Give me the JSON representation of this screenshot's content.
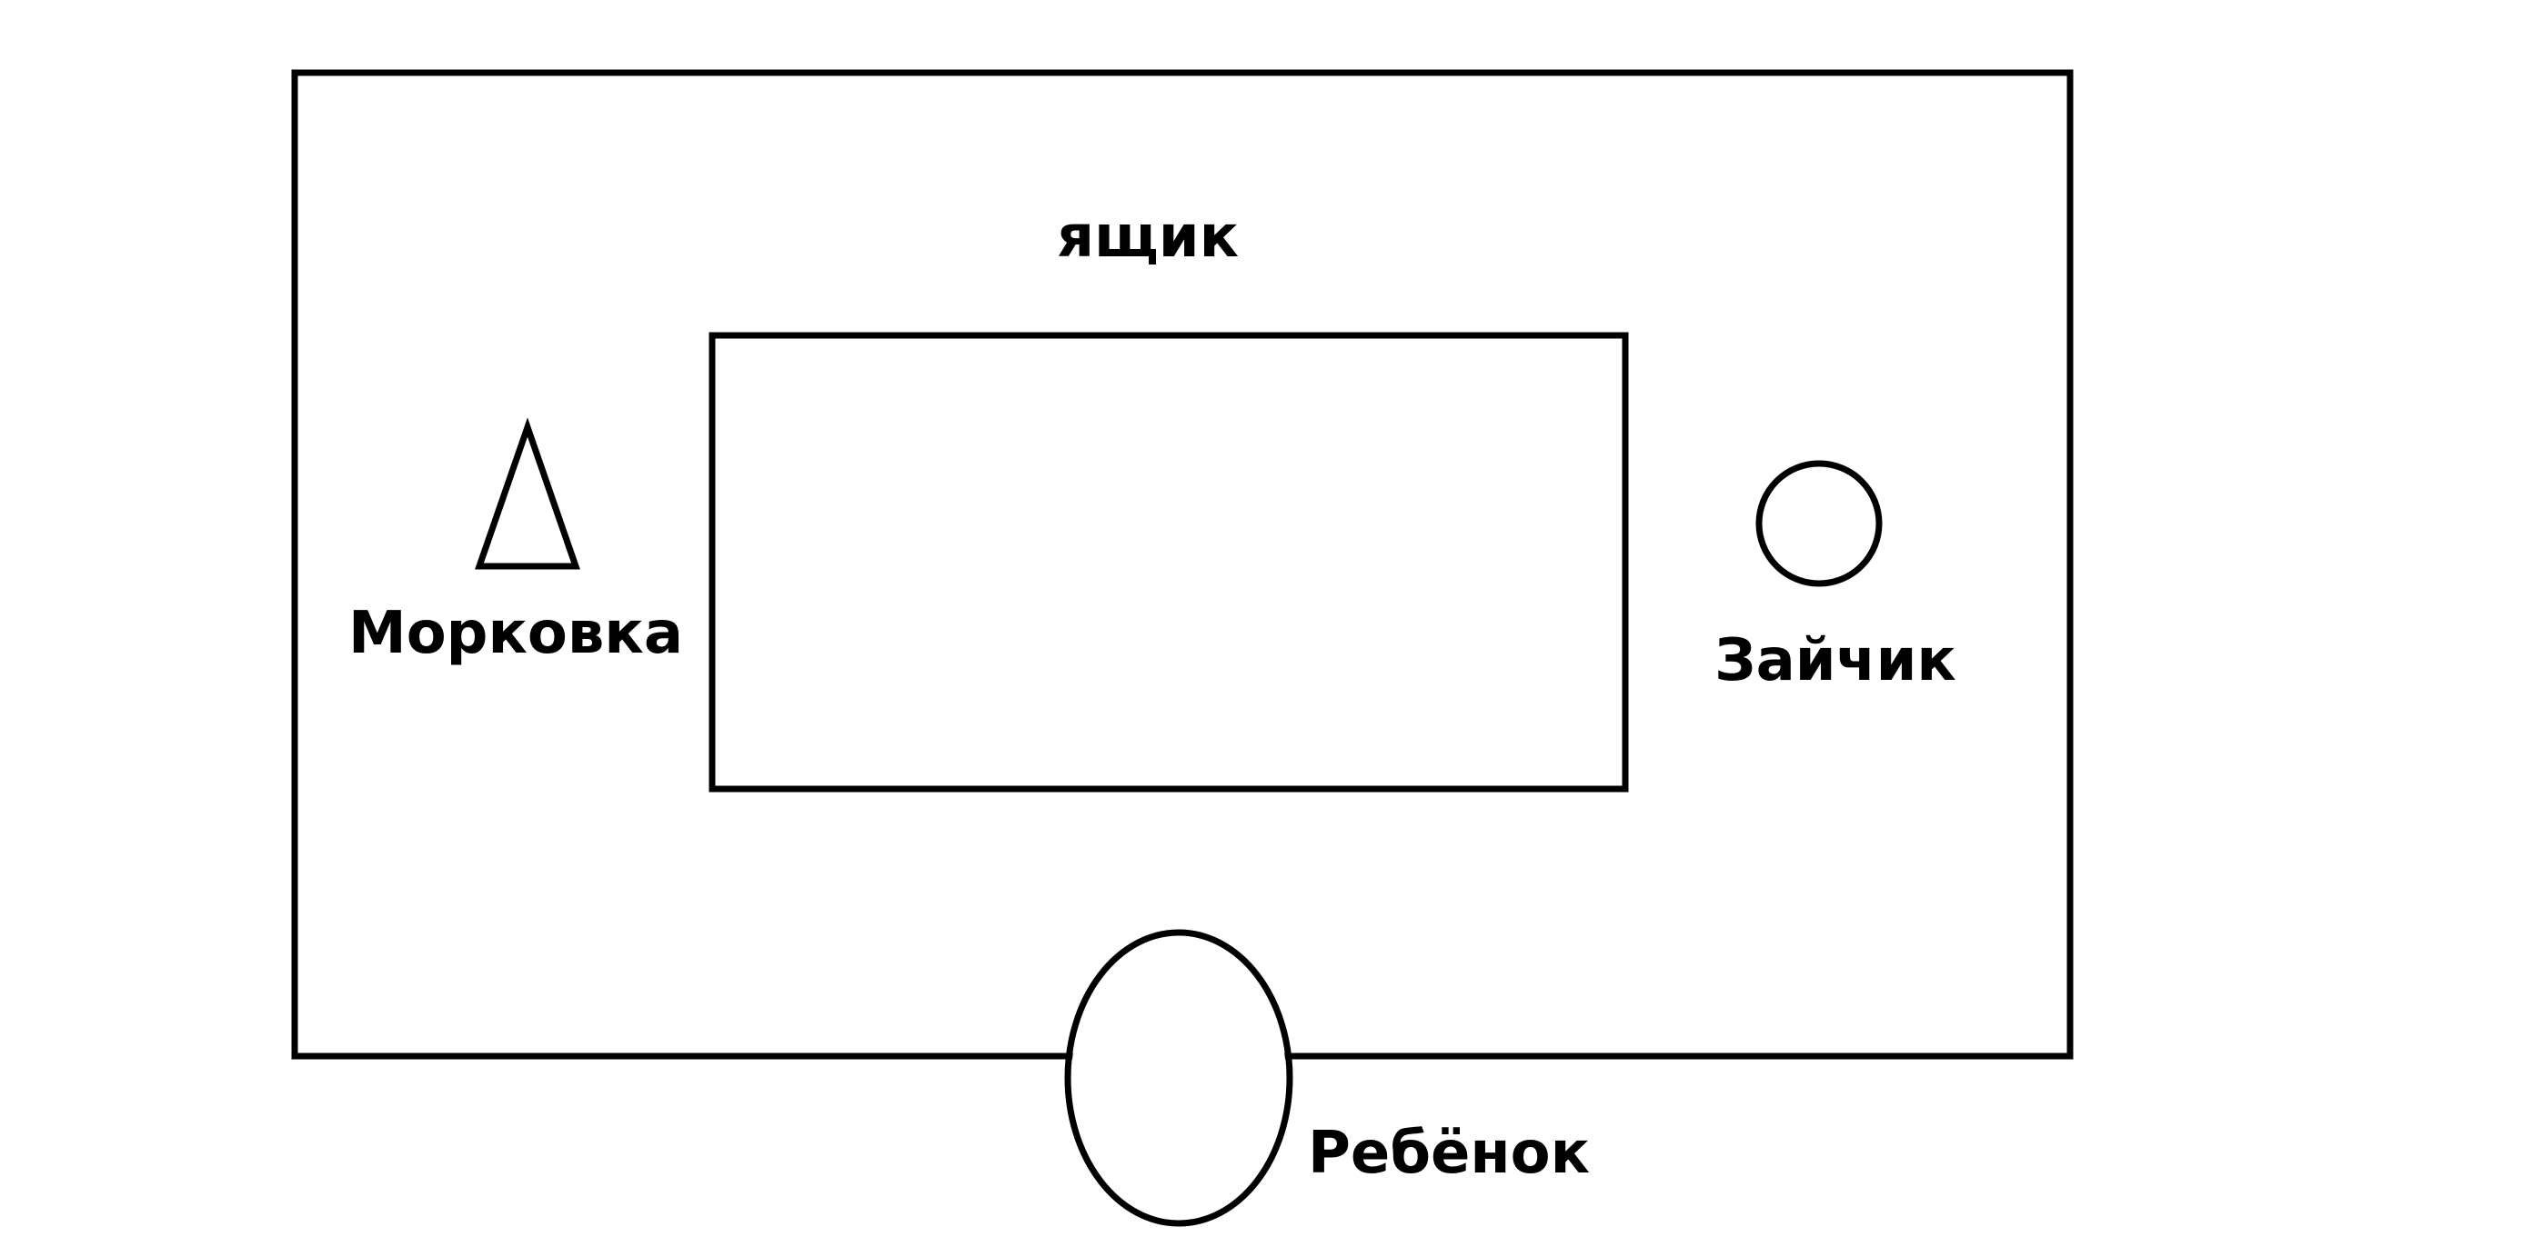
{
  "labels": {
    "box": "ящик",
    "carrot": "Морковка",
    "bunny": "Зайчик",
    "child": "Ребёнок"
  },
  "colors": {
    "stroke": "#000000",
    "background": "#ffffff"
  }
}
